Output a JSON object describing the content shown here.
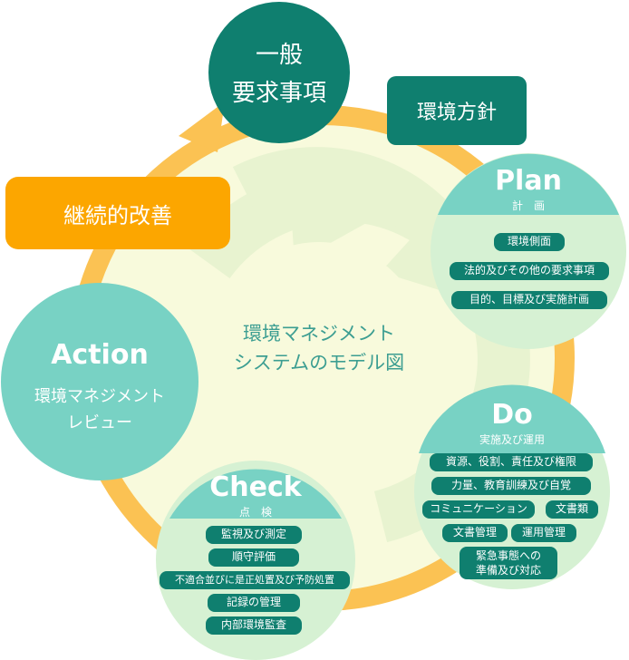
{
  "diagram": {
    "center": {
      "line1": "環境マネジメント",
      "line2": "システムのモデル図"
    },
    "general_requirements": {
      "line1": "一般",
      "line2": "要求事項"
    },
    "policy": "環境方針",
    "improvement": "継続的改善",
    "plan": {
      "title": "Plan",
      "subtitle": "計　画",
      "items": [
        "環境側面",
        "法的及びその他の要求事項",
        "目的、目標及び実施計画"
      ]
    },
    "do": {
      "title": "Do",
      "subtitle": "実施及び運用",
      "items": [
        "資源、役割、責任及び権限",
        "力量、教育訓練及び自覚",
        "コミュニケーション",
        "文書類",
        "文書管理",
        "運用管理",
        "緊急事態への",
        "準備及び対応"
      ]
    },
    "check": {
      "title": "Check",
      "subtitle": "点　検",
      "items": [
        "監視及び測定",
        "順守評価",
        "不適合並びに是正処置及び予防処置",
        "記録の管理",
        "内部環境監査"
      ]
    },
    "action": {
      "title": "Action",
      "line1": "環境マネジメント",
      "line2": "レビュー"
    },
    "colors": {
      "dark_teal": "#0f7f6f",
      "light_teal": "#78d2c4",
      "pale_green": "#d6f1d3",
      "orange": "#fca600",
      "orange_ring": "#fbc253",
      "cream": "#f8fadc",
      "inner_green": "#e8f3d0"
    }
  }
}
